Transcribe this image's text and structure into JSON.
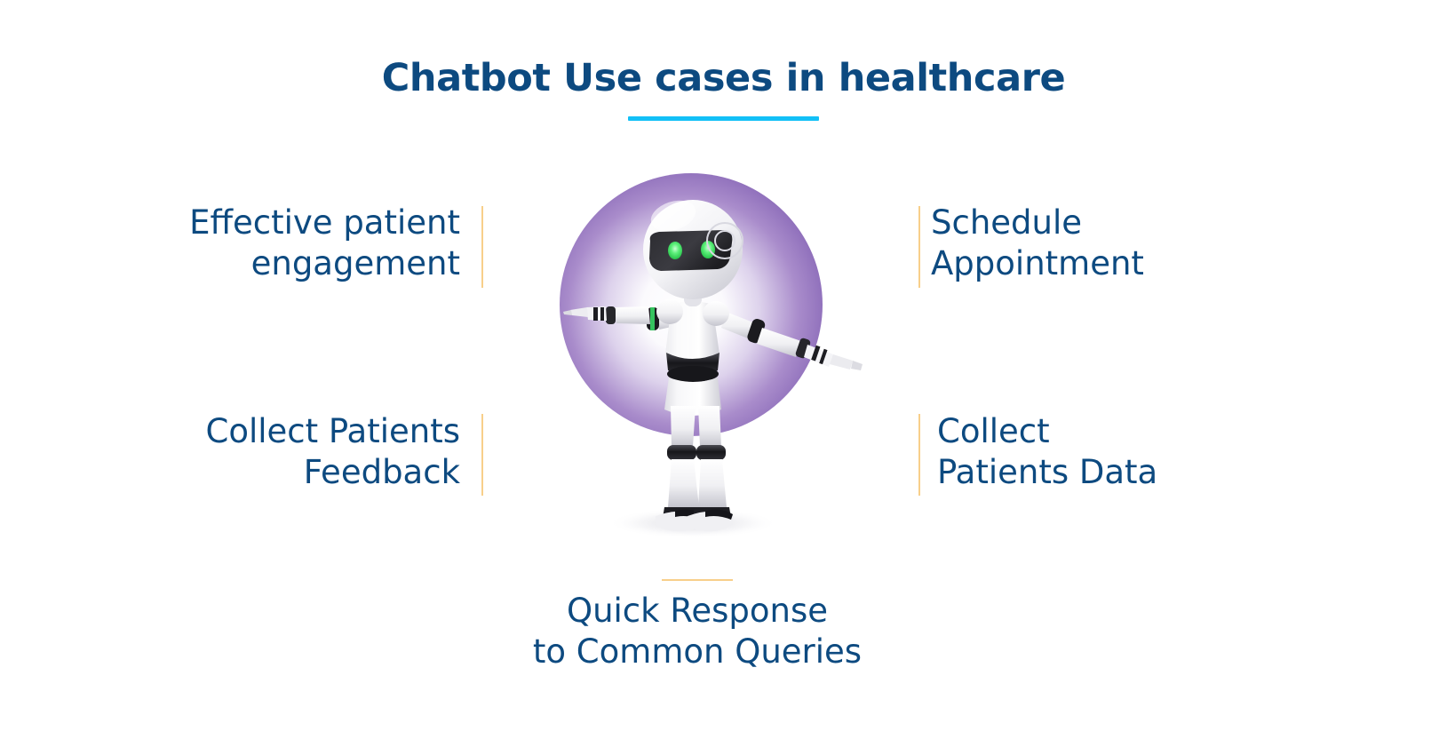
{
  "header": {
    "title": "Chatbot Use cases in healthcare",
    "underline_color": "#12c0f7",
    "title_color": "#0d4a80"
  },
  "theme": {
    "text_color": "#0d4a80",
    "divider_color": "#f8cf8a",
    "accent_cyan": "#12c0f7",
    "circle_purple": "#8a6ab8",
    "circle_center": "#ffffff",
    "robot_body": "#f4f4f6",
    "robot_joint": "#1b1b1f",
    "robot_eye": "#4ce86a",
    "background": "#ffffff"
  },
  "use_cases": [
    {
      "id": "effective-patient-engagement",
      "label": "Effective patient\nengagement",
      "side": "left",
      "row": "top"
    },
    {
      "id": "collect-patients-feedback",
      "label": "Collect Patients\nFeedback",
      "side": "left",
      "row": "bottom"
    },
    {
      "id": "schedule-appointment",
      "label": "Schedule\nAppointment",
      "side": "right",
      "row": "top"
    },
    {
      "id": "collect-patients-data",
      "label": "Collect\nPatients Data",
      "side": "right",
      "row": "bottom"
    },
    {
      "id": "quick-response-common-queries",
      "label": "Quick Response\nto Common Queries",
      "side": "center",
      "row": "bottom"
    }
  ],
  "illustration": {
    "name": "white-humanoid-robot",
    "pose": "arms-outstretched",
    "backdrop": "purple-radial-circle",
    "eye_count": 2
  }
}
